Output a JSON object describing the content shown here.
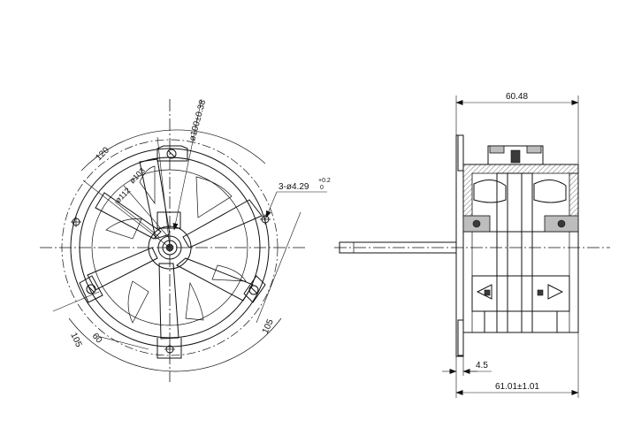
{
  "front_view": {
    "dim_bolt_angle": "120",
    "dim_diameter_bolt_circle": "ø100±0.38",
    "dim_diameter_103": "ø103",
    "dim_diameter_112": "ø112",
    "dim_holes_label": "3-ø4.29",
    "dim_holes_tol_upper": "+0.2",
    "dim_holes_tol_lower": "0",
    "dim_bottom_left_angle": "105",
    "dim_bottom_angle": "60",
    "dim_bottom_right_angle": "105"
  },
  "side_view": {
    "dim_body_length": "60.48",
    "dim_flange_offset": "4.5",
    "dim_total_length": "61.01±1.01"
  }
}
